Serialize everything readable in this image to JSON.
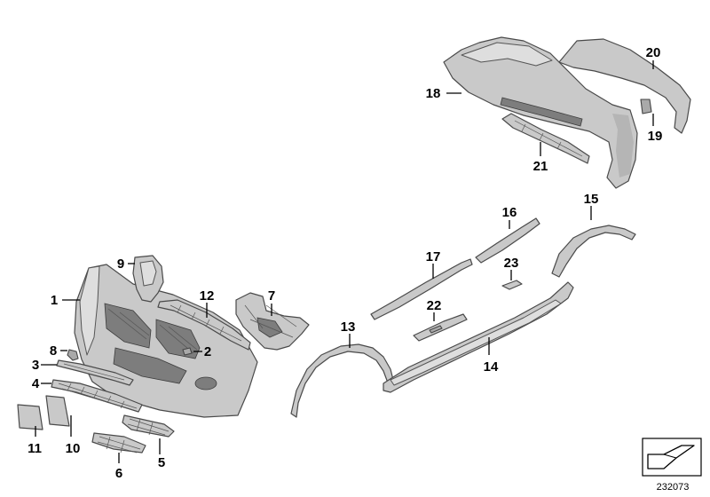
{
  "diagram": {
    "reference_number": "232073",
    "callouts": [
      "1",
      "2",
      "3",
      "4",
      "5",
      "6",
      "7",
      "8",
      "9",
      "10",
      "11",
      "12",
      "13",
      "14",
      "15",
      "16",
      "17",
      "18",
      "19",
      "20",
      "21",
      "22",
      "23"
    ]
  }
}
